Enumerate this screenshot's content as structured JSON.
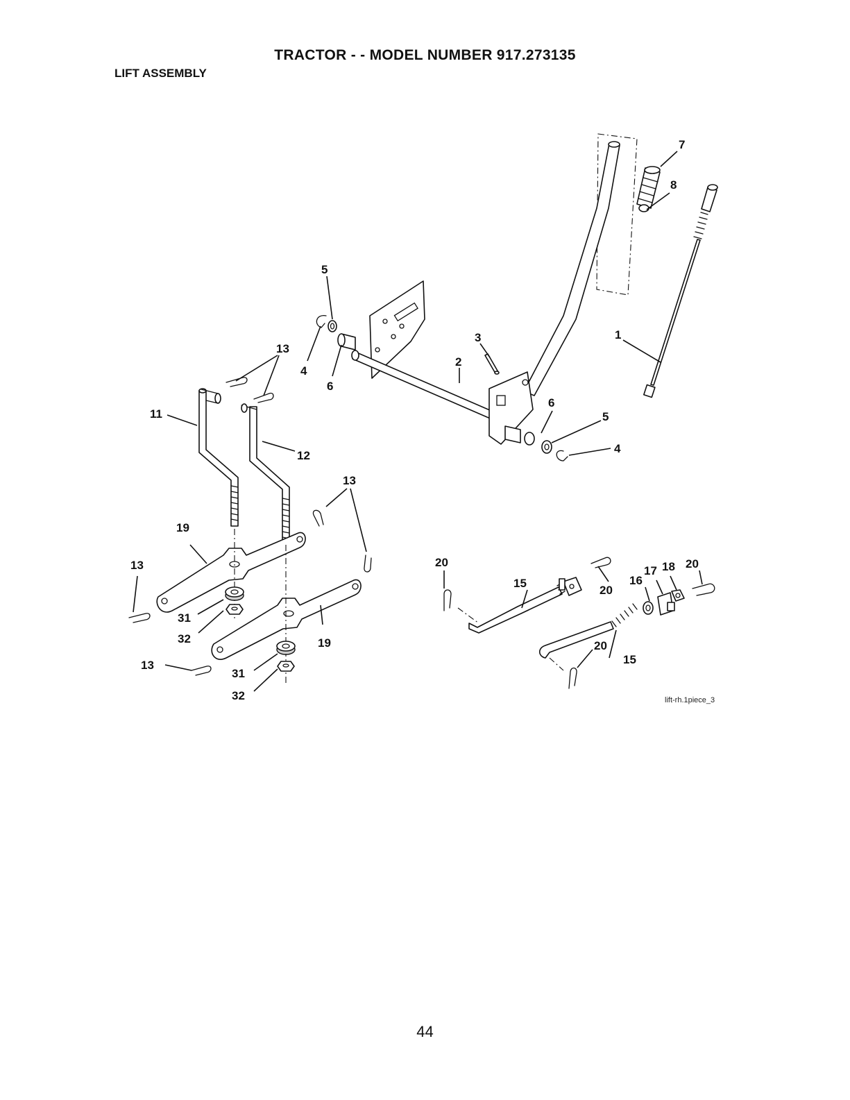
{
  "header": {
    "title": "TRACTOR - - MODEL NUMBER 917.273135",
    "subtitle": "LIFT ASSEMBLY"
  },
  "diagram": {
    "reference_code": "lift-rh.1piece_3",
    "callouts": {
      "c1": "1",
      "c2": "2",
      "c3": "3",
      "c4a": "4",
      "c4b": "4",
      "c5a": "5",
      "c5b": "5",
      "c6a": "6",
      "c6b": "6",
      "c7": "7",
      "c8": "8",
      "c11": "11",
      "c12": "12",
      "c13a": "13",
      "c13b": "13",
      "c13c": "13",
      "c13d": "13",
      "c15a": "15",
      "c15b": "15",
      "c16": "16",
      "c17": "17",
      "c18": "18",
      "c19a": "19",
      "c19b": "19",
      "c20a": "20",
      "c20b": "20",
      "c20c": "20",
      "c20d": "20",
      "c31a": "31",
      "c31b": "31",
      "c32a": "32",
      "c32b": "32"
    }
  },
  "footer": {
    "page_number": "44"
  }
}
